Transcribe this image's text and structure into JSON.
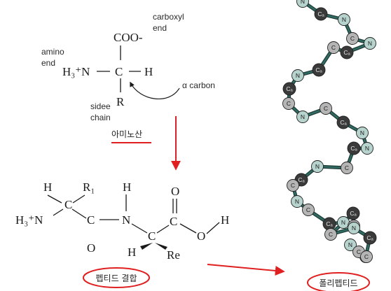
{
  "amino_acid": {
    "group_cooh": "COO-",
    "group_n": "H₃⁺N",
    "atom_c": "C",
    "atom_h": "H",
    "atom_r": "R",
    "label_carboxyl": [
      "carboxyl",
      "end"
    ],
    "label_amino": [
      "amino",
      "end"
    ],
    "label_side": [
      "sidee",
      "chain"
    ],
    "label_alpha": "α carbon",
    "caption": "아미노산"
  },
  "peptide": {
    "h_left": "H",
    "r1": "R₁",
    "h_mid": "H",
    "o_top": "O",
    "n_left": "H₃⁺N",
    "c1": "C",
    "c2": "C",
    "n_mid": "N",
    "c3": "C",
    "o_right": "O",
    "h_right": "H",
    "o_bottom": "O",
    "h_bottom": "H",
    "re": "Re",
    "caption": "펩티드 결합"
  },
  "polypeptide": {
    "caption": "폴리펩티드",
    "beads": [
      {
        "label": "N",
        "type": "N"
      },
      {
        "label": "Cₐ",
        "type": "Ca"
      },
      {
        "label": "N",
        "type": "N"
      },
      {
        "label": "C",
        "type": "C"
      },
      {
        "label": "N",
        "type": "N"
      },
      {
        "label": "Cₐ",
        "type": "Ca"
      },
      {
        "label": "C",
        "type": "C"
      },
      {
        "label": "Cₐ",
        "type": "Ca"
      },
      {
        "label": "N",
        "type": "N"
      },
      {
        "label": "Cₐ",
        "type": "Ca"
      },
      {
        "label": "C",
        "type": "C"
      },
      {
        "label": "N",
        "type": "N"
      },
      {
        "label": "C",
        "type": "C"
      },
      {
        "label": "Cₐ",
        "type": "Ca"
      },
      {
        "label": "N",
        "type": "N"
      },
      {
        "label": "N",
        "type": "N"
      },
      {
        "label": "Cₐ",
        "type": "Ca"
      },
      {
        "label": "C",
        "type": "C"
      },
      {
        "label": "N",
        "type": "N"
      },
      {
        "label": "Cₐ",
        "type": "Ca"
      },
      {
        "label": "C",
        "type": "C"
      },
      {
        "label": "N",
        "type": "N"
      },
      {
        "label": "C",
        "type": "C"
      },
      {
        "label": "Cₐ",
        "type": "Ca"
      },
      {
        "label": "N",
        "type": "N"
      },
      {
        "label": "C",
        "type": "C"
      },
      {
        "label": "Cₐ",
        "type": "Ca"
      },
      {
        "label": "C",
        "type": "C"
      },
      {
        "label": "N",
        "type": "N"
      },
      {
        "label": "Cₐ",
        "type": "Ca"
      },
      {
        "label": "C",
        "type": "C"
      },
      {
        "label": "N",
        "type": "N"
      },
      {
        "label": "C",
        "type": "C"
      },
      {
        "label": "C",
        "type": "C"
      }
    ]
  },
  "colors": {
    "arrow_red": "#e02020",
    "bead_N": "#b7d3cd",
    "bead_C": "#b5b5b5",
    "bead_Ca": "#3a3a3a",
    "link": "#2f6b62"
  }
}
